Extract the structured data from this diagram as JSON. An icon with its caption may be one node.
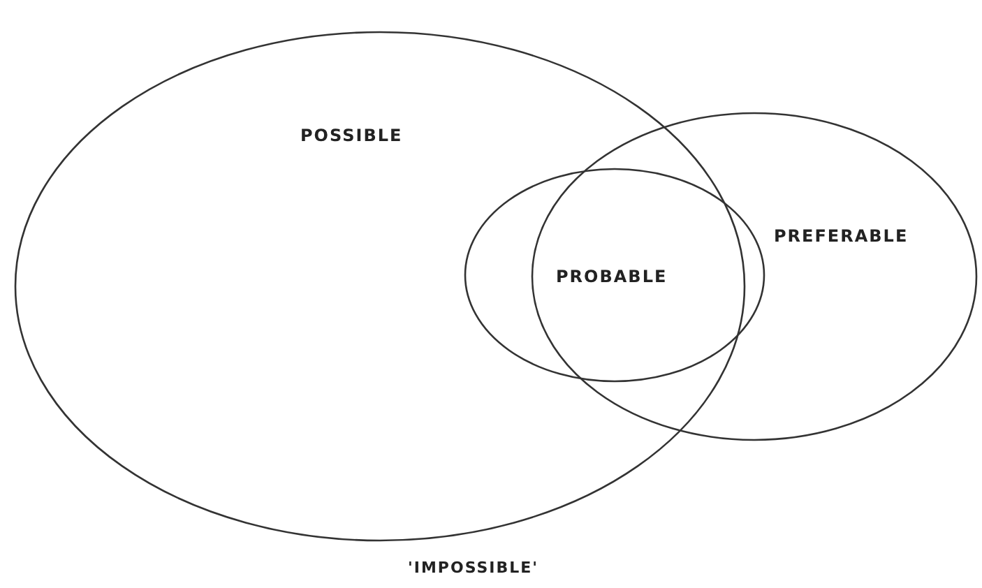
{
  "diagram": {
    "nodes": [
      {
        "text": [
          "POSSIBLE"
        ]
      },
      {
        "text": [
          "PREFERABLE"
        ]
      },
      {
        "text": [
          "PROBABLE"
        ]
      }
    ],
    "edges": [],
    "labels": [
      "'IMPOSSIBLE'"
    ]
  }
}
